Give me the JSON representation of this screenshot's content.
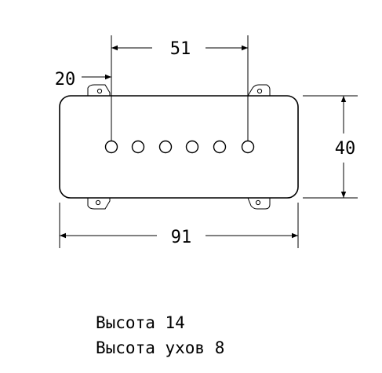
{
  "dimensions": {
    "pole_spacing": "51",
    "edge_offset": "20",
    "height": "40",
    "length": "91"
  },
  "notes": {
    "line1": "Высота 14",
    "line2": "Высота ухов 8"
  },
  "pole_count": 6,
  "colors": {
    "stroke": "#000000",
    "background": "#ffffff"
  }
}
